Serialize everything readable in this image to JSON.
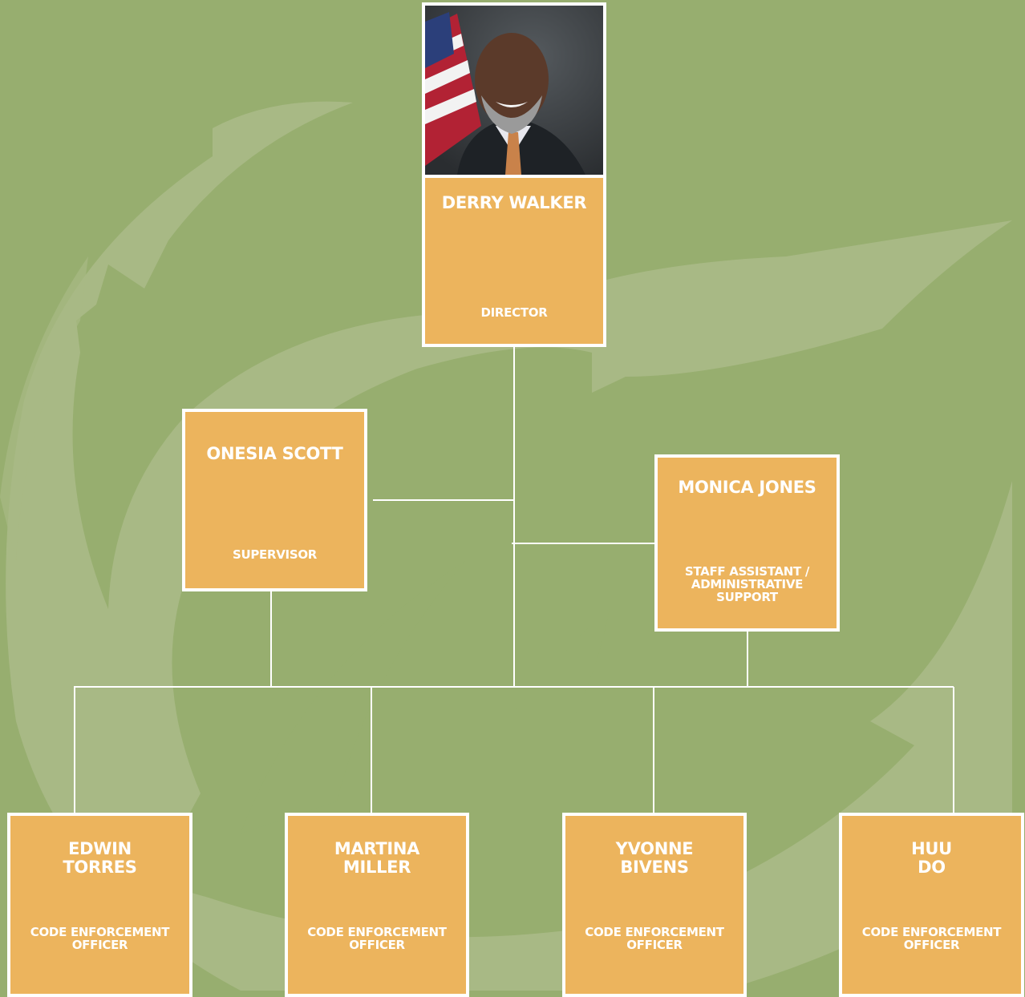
{
  "director": {
    "name": "DERRY WALKER",
    "title": "DIRECTOR",
    "photo": "portrait-photo"
  },
  "supervisor": {
    "name": "ONESIA SCOTT",
    "title": "SUPERVISOR"
  },
  "assistant": {
    "name": "MONICA JONES",
    "title": "STAFF ASSISTANT /\nADMINISTRATIVE\nSUPPORT"
  },
  "officers": [
    {
      "name": "EDWIN\nTORRES",
      "title": "CODE ENFORCEMENT\nOFFICER"
    },
    {
      "name": "MARTINA\nMILLER",
      "title": "CODE ENFORCEMENT\nOFFICER"
    },
    {
      "name": "YVONNE\nBIVENS",
      "title": "CODE ENFORCEMENT\nOFFICER"
    },
    {
      "name": "HUU\nDO",
      "title": "CODE ENFORCEMENT\nOFFICER"
    }
  ],
  "colors": {
    "background": "#97ae6f",
    "card": "#ecb45d",
    "border": "#ffffff",
    "swirl": "#a8b985"
  }
}
